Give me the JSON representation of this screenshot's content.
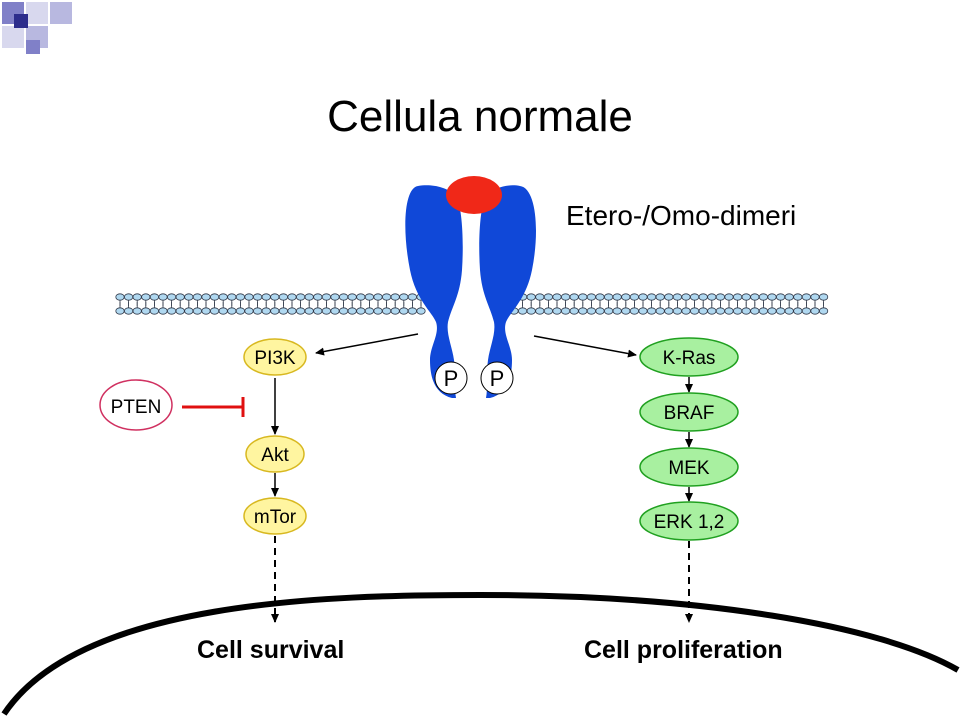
{
  "title": "Cellula normale",
  "receptor_label": "Etero-/Omo-dimeri",
  "phospho_left": "P",
  "phospho_right": "P",
  "pten": "PTEN",
  "pi3k_pathway": [
    "PI3K",
    "Akt",
    "mTor"
  ],
  "mapk_pathway": [
    "K-Ras",
    "BRAF",
    "MEK",
    "ERK 1,2"
  ],
  "outcome_left": "Cell survival",
  "outcome_right": "Cell proliferation",
  "colors": {
    "receptor": "#1048d8",
    "ligand": "#f02818",
    "pi3k_fill": "#fff5a0",
    "pi3k_stroke": "#d8b820",
    "mapk_fill": "#a8f0a0",
    "mapk_stroke": "#20a020",
    "pten_stroke": "#d03060",
    "inhibit": "#e01010",
    "membrane": "#b0d8f0"
  }
}
